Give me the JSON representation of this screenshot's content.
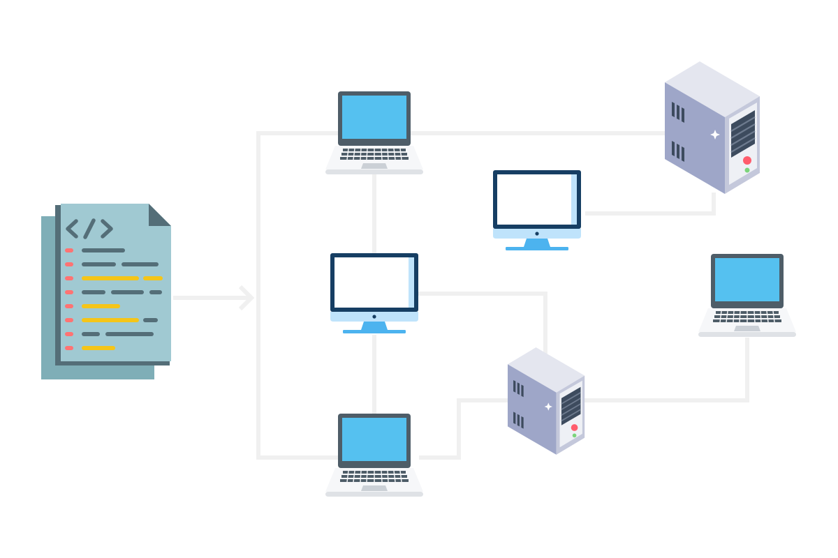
{
  "diagram": {
    "type": "network-deployment-illustration",
    "nodes": [
      {
        "id": "source-code",
        "kind": "code-document",
        "icon": "code-file-icon"
      },
      {
        "id": "laptop-top",
        "kind": "laptop",
        "icon": "laptop-icon"
      },
      {
        "id": "desktop-middle",
        "kind": "desktop",
        "icon": "desktop-monitor-icon"
      },
      {
        "id": "laptop-bottom",
        "kind": "laptop",
        "icon": "laptop-icon"
      },
      {
        "id": "desktop-upper-right",
        "kind": "desktop",
        "icon": "desktop-monitor-icon"
      },
      {
        "id": "server-large",
        "kind": "server",
        "icon": "server-tower-icon"
      },
      {
        "id": "server-small",
        "kind": "server",
        "icon": "server-tower-icon"
      },
      {
        "id": "laptop-right",
        "kind": "laptop",
        "icon": "laptop-icon"
      }
    ],
    "edges": [
      {
        "from": "source-code",
        "to": "network-bus",
        "arrow": true
      },
      {
        "from": "network-bus",
        "to": "laptop-top"
      },
      {
        "from": "network-bus",
        "to": "laptop-bottom"
      },
      {
        "from": "laptop-top",
        "to": "desktop-middle"
      },
      {
        "from": "desktop-middle",
        "to": "laptop-bottom"
      },
      {
        "from": "laptop-top",
        "to": "server-large"
      },
      {
        "from": "desktop-upper-right",
        "to": "server-large"
      },
      {
        "from": "desktop-middle",
        "to": "server-small"
      },
      {
        "from": "laptop-bottom",
        "to": "server-small"
      },
      {
        "from": "server-small",
        "to": "laptop-right"
      }
    ]
  },
  "colors": {
    "background": "#ffffff",
    "connector": "#f0f0f0",
    "screen_blue": "#55c1f0",
    "bezel_dark": "#4e5d68",
    "laptop_base": "#eaecef",
    "monitor_frame": "#163e63",
    "monitor_chin": "#bfe3fb",
    "monitor_stand": "#4cb3ef",
    "server_body": "#c4c8db",
    "server_side": "#9ea6c8",
    "server_dark": "#3d4b5e",
    "doc_front": "#a0c9d2",
    "doc_back": "#7faeb7",
    "doc_ink": "#546e78",
    "code_red": "#ff7373",
    "code_yellow": "#f5c518"
  }
}
